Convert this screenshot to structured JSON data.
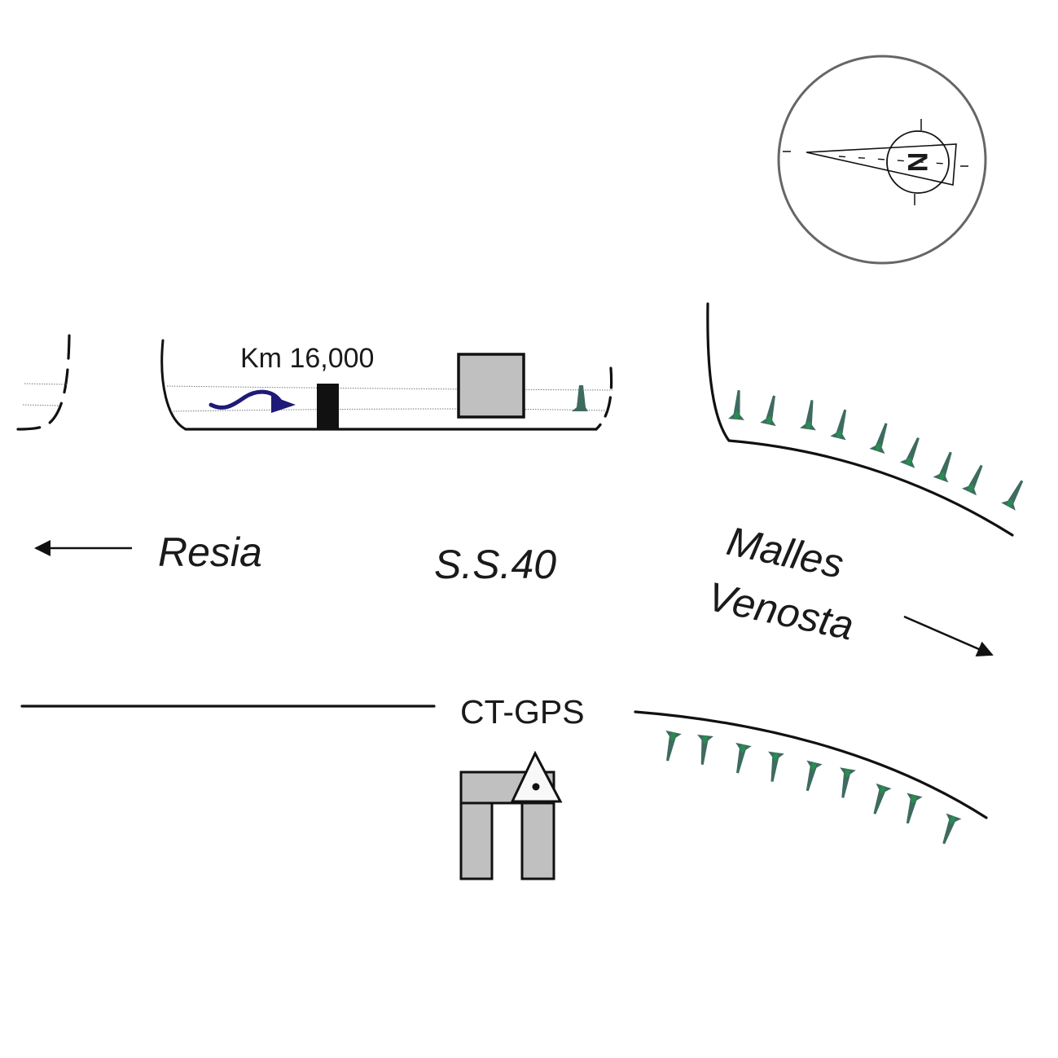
{
  "labels": {
    "km_marker": "Km 16,000",
    "road_name": "S.S.40",
    "direction_west": "Resia",
    "direction_east_line1": "Malles",
    "direction_east_line2": "Venosta",
    "station": "CT-GPS"
  },
  "compass": {
    "letter": "N",
    "north_direction": "east (rotated)"
  },
  "icons": {
    "flow_arrow": "wavy-arrow-icon",
    "km_post": "km-post-icon",
    "building": "building-icon",
    "station_monument": "gps-station-icon",
    "trees_count_north": 9,
    "trees_count_south": 9
  },
  "colors": {
    "ink": "#111111",
    "fill_gray": "#c0c0c0",
    "compass_ring": "#666666",
    "tree_green": "#3e6b60",
    "tree_highlight": "#1f9a4a",
    "flow_arrow": "#1e1a78"
  }
}
